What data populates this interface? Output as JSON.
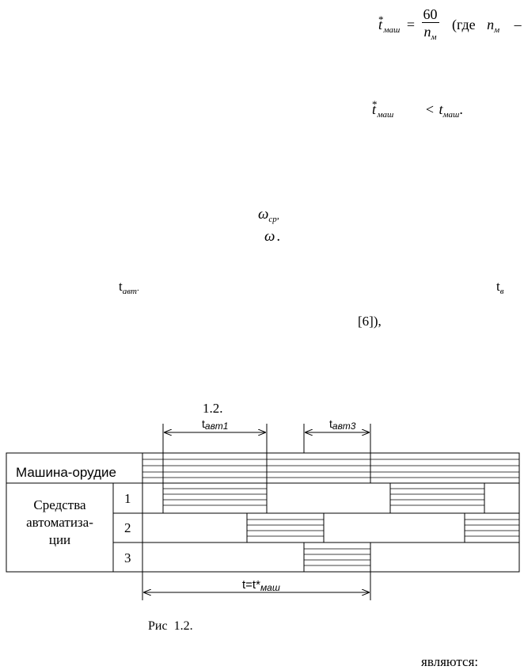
{
  "formula_top": {
    "t_symbol": "t",
    "t_sub": "маш",
    "t_sup": "*",
    "equals": "=",
    "numerator": "60",
    "denominator_var": "n",
    "denominator_sub": "м",
    "paren_open": "(где",
    "n_var": "n",
    "n_sub": "м",
    "dash": "–"
  },
  "inequality": {
    "t1_symbol": "t",
    "t1_sub": "маш",
    "t1_sup": "*",
    "less": "<",
    "t2_symbol": "t",
    "t2_sub": "маш",
    "period": "."
  },
  "omega_lines": {
    "line1_symbol": "ω",
    "line1_sub": "ср",
    "line1_punct": ",",
    "line2_symbol": "ω",
    "line2_punct": "."
  },
  "t_labels": {
    "left_symbol": "t",
    "left_sub": "авт",
    "left_punct": ".",
    "right_symbol": "t",
    "right_sub": "в"
  },
  "reference": {
    "text": "[6]),"
  },
  "figure_number_top": "1.2.",
  "diagram": {
    "dim_label_1": {
      "symbol": "t",
      "sub": "авт1"
    },
    "dim_label_3": {
      "symbol": "t",
      "sub": "авт3"
    },
    "row_machine": "Машина-орудие",
    "row_auto_lines": [
      "Средства",
      "автоматиза-",
      "ции"
    ],
    "row_numbers": [
      "1",
      "2",
      "3"
    ],
    "bottom_label": {
      "text": "t=t*",
      "sub": "маш"
    }
  },
  "caption": "Рис  1.2.",
  "bottom_text": "являются:",
  "colors": {
    "ink": "#000000",
    "paper": "#ffffff"
  }
}
